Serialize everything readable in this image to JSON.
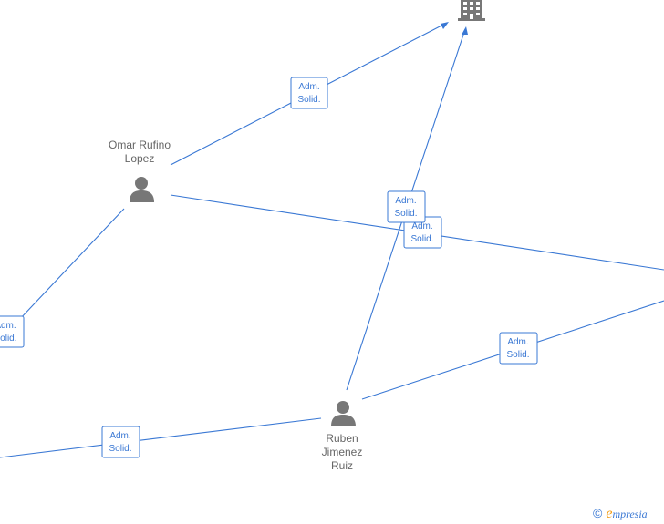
{
  "diagram": {
    "edge_label_line1": "Adm.",
    "edge_label_line2": "Solid.",
    "people": {
      "omar": {
        "name_line1": "Omar Rufino",
        "name_line2": "Lopez"
      },
      "ruben": {
        "name_line1": "Ruben",
        "name_line2": "Jimenez",
        "name_line3": "Ruiz"
      }
    }
  },
  "colors": {
    "edge": "#3a78d4",
    "person_icon": "#777777",
    "building_icon": "#777777",
    "brand_accent": "#f39c12"
  },
  "icons": {
    "company": "building-icon",
    "person": "person-icon"
  },
  "footer": {
    "copyright": "©",
    "brand_first": "e",
    "brand_rest": "mpresia"
  }
}
